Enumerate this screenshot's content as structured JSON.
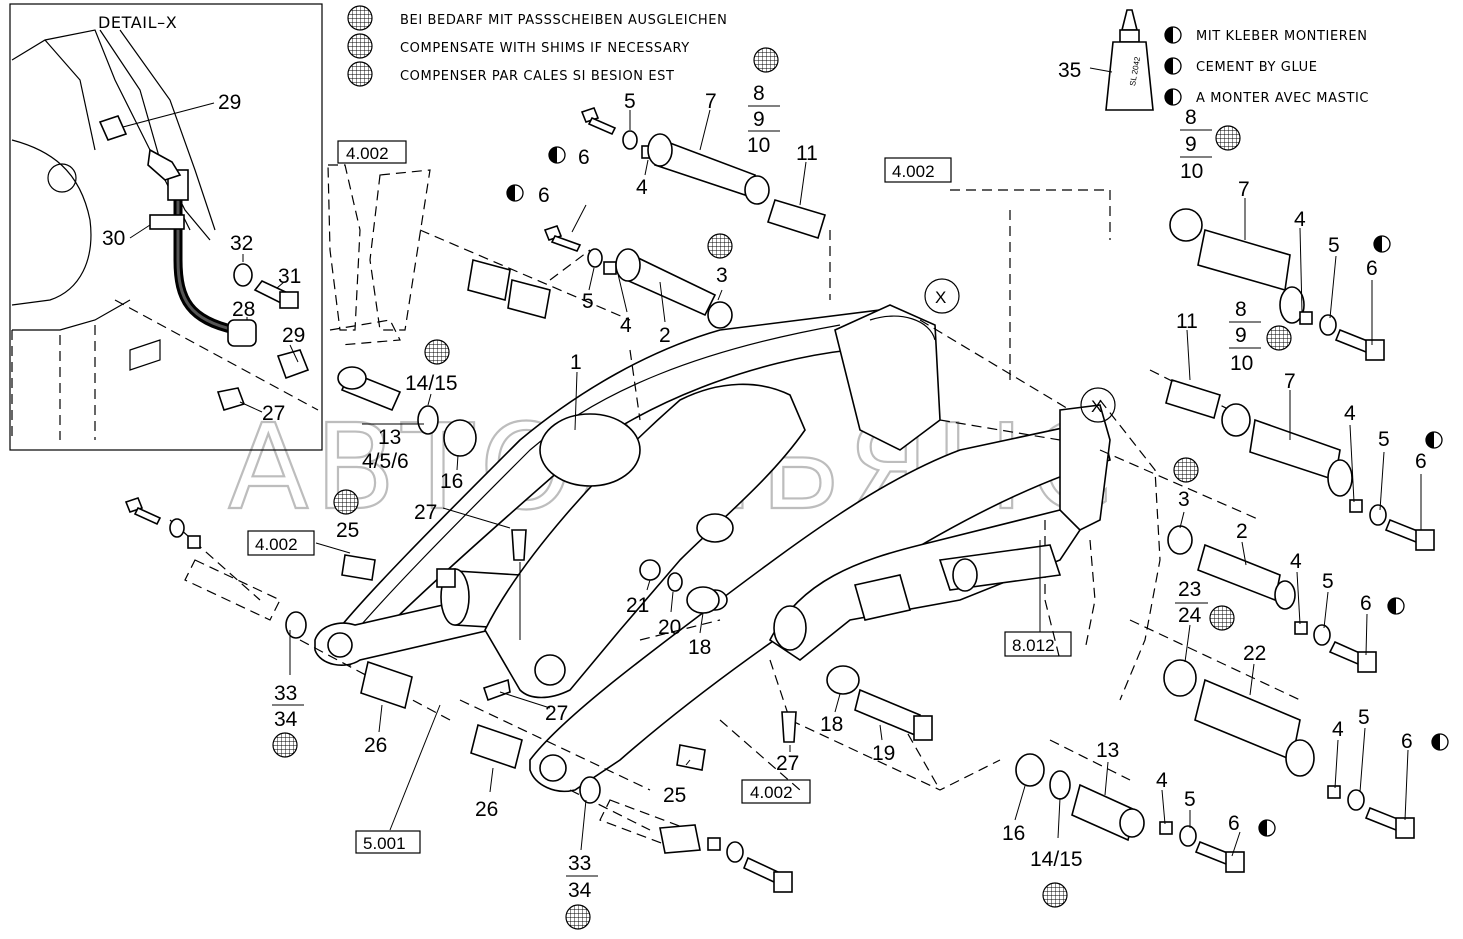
{
  "detail_title": "DETAIL–X",
  "legend_shims": {
    "de": "BEI BEDARF MIT PASSSCHEIBEN AUSGLEICHEN",
    "en": "COMPENSATE WITH SHIMS IF NECESSARY",
    "fr": "COMPENSER PAR CALES SI BESION EST"
  },
  "legend_glue": {
    "de": "MIT KLEBER MONTIEREN",
    "en": "CEMENT BY GLUE",
    "fr": "A MONTER AVEC MASTIC"
  },
  "glue_tube": {
    "number": "35",
    "text": "SL 2042"
  },
  "refs": {
    "r1": "4.002",
    "r2": "4.002",
    "r3": "4.002",
    "r4": "4.002",
    "r5": "8.012",
    "r6": "5.001"
  },
  "x_marks": [
    "X",
    "X"
  ],
  "labels": {
    "l1": "1",
    "l2": "2",
    "l2b": "2",
    "l3": "3",
    "l3b": "3",
    "l4a": "4",
    "l4b": "4",
    "l4c": "4",
    "l4d": "4",
    "l4e": "4",
    "l4f": "4",
    "l4g": "4",
    "l5a": "5",
    "l5b": "5",
    "l5c": "5",
    "l5d": "5",
    "l5e": "5",
    "l5f": "5",
    "l5g": "5",
    "l6a": "6",
    "l6b": "6",
    "l6c": "6",
    "l6d": "6",
    "l6e": "6",
    "l6f": "6",
    "l6g": "6",
    "l7a": "7",
    "l7b": "7",
    "l7c": "7",
    "l8a": "8",
    "l9a": "9",
    "l10a": "10",
    "l8b": "8",
    "l9b": "9",
    "l10b": "10",
    "l8c": "8",
    "l9c": "9",
    "l10c": "10",
    "l11a": "11",
    "l11b": "11",
    "l13a": "13",
    "l456": "4/5/6",
    "l13b": "13",
    "l1415a": "14/15",
    "l1415b": "14/15",
    "l16a": "16",
    "l16b": "16",
    "l18a": "18",
    "l18b": "18",
    "l19": "19",
    "l20": "20",
    "l21": "21",
    "l22": "22",
    "l23": "23",
    "l24": "24",
    "l25a": "25",
    "l25b": "25",
    "l26a": "26",
    "l26b": "26",
    "l27a": "27",
    "l27b": "27",
    "l27c": "27",
    "l27d": "27",
    "l28": "28",
    "l29a": "29",
    "l29b": "29",
    "l30": "30",
    "l31": "31",
    "l32": "32",
    "l33a": "33",
    "l34a": "34",
    "l33b": "33",
    "l34b": "34"
  },
  "watermark": "АВТОАЛЬЯНС"
}
